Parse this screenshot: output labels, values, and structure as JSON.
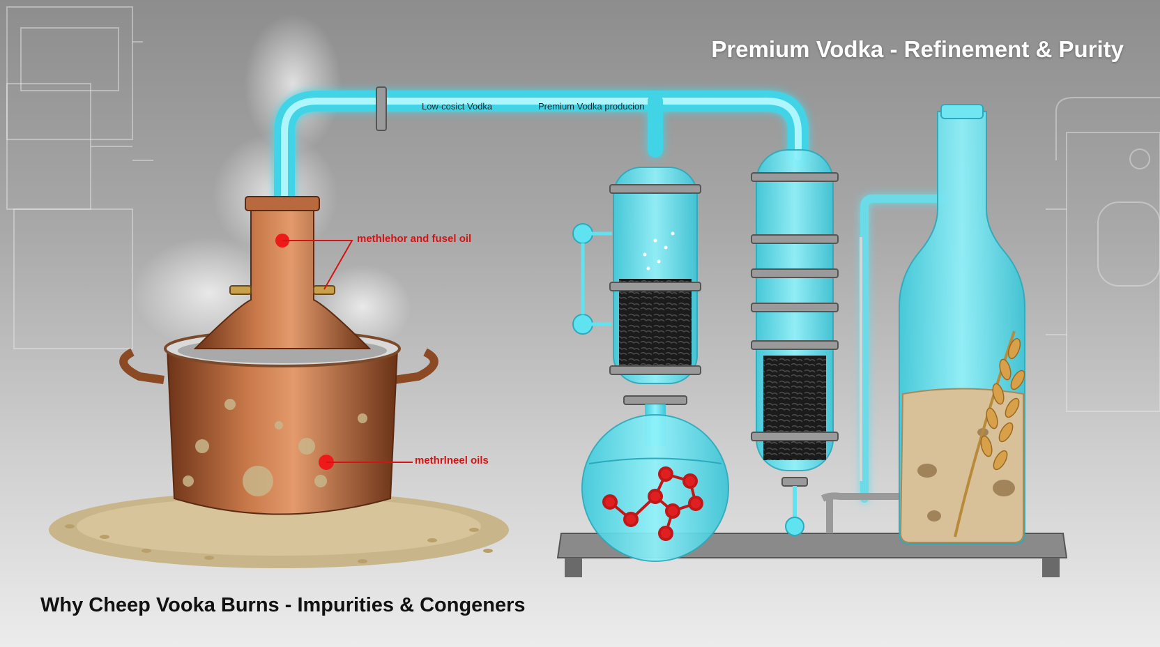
{
  "titles": {
    "right": "Premium Vodka - Refinement & Purity",
    "left": "Why Cheep Vooka Burns - Impurities & Congeners"
  },
  "pipe_labels": {
    "low_cost": "Low-cosict Vodka",
    "premium": "Premium Vodka producion"
  },
  "callouts": {
    "upper": "methlehor and fusel oil",
    "lower": "methrlneel oils"
  },
  "colors": {
    "copper": "#b5653a",
    "glass": "#5fe3f0",
    "callout_red": "#d41414",
    "charcoal": "#1b1b1b"
  }
}
